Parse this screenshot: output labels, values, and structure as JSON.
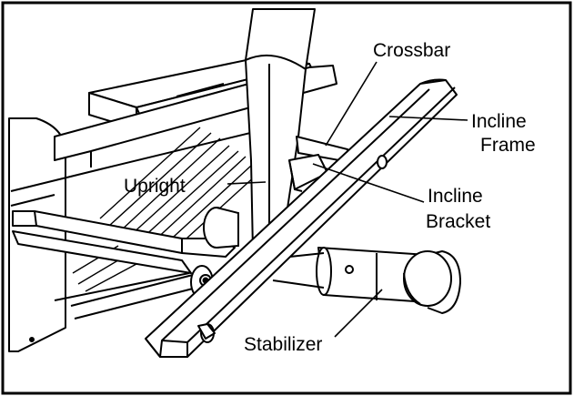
{
  "labels": {
    "crossbar": "Crossbar",
    "incline_frame_line1": "Incline",
    "incline_frame_line2": "Frame",
    "upright": "Upright",
    "incline_bracket_line1": "Incline",
    "incline_bracket_line2": "Bracket",
    "stabilizer": "Stabilizer"
  }
}
